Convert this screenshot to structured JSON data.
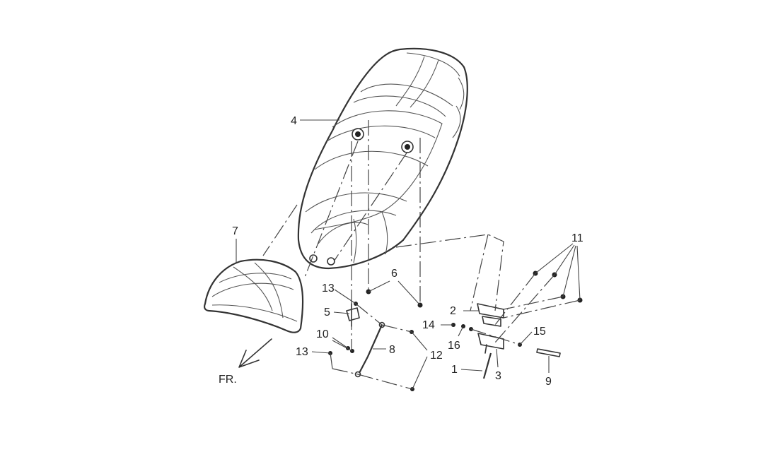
{
  "callouts": {
    "c1": "1",
    "c2": "2",
    "c3": "3",
    "c4": "4",
    "c5": "5",
    "c6": "6",
    "c7": "7",
    "c8": "8",
    "c9": "9",
    "c10": "10",
    "c11": "11",
    "c12": "12",
    "c13a": "13",
    "c13b": "13",
    "c14": "14",
    "c15": "15",
    "c16": "16"
  },
  "direction_label": "FR."
}
